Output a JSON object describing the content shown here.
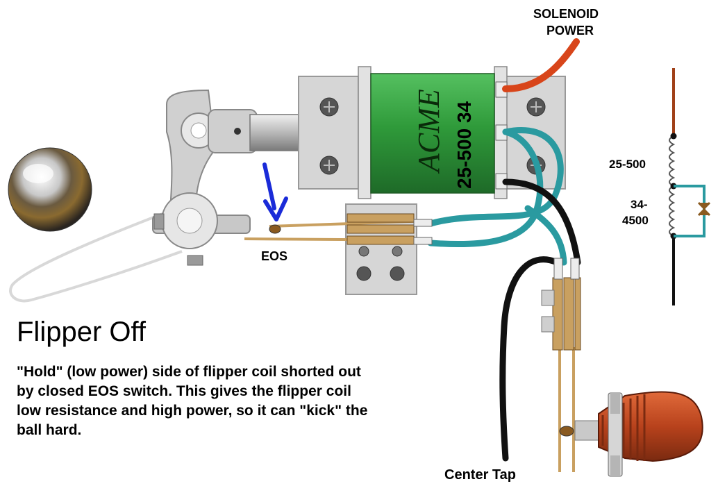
{
  "labels": {
    "solenoid_power_line1": "SOLENOID",
    "solenoid_power_line2": "POWER",
    "coil_brand": "ACME",
    "coil_part": "25-500 34",
    "eos": "EOS",
    "winding_high": "25-500",
    "winding_low_line1": "34-",
    "winding_low_line2": "4500",
    "center_tap": "Center Tap"
  },
  "title": "Flipper Off",
  "caption": "\"Hold\" (low power) side of flipper coil shorted out by closed EOS switch. This gives the flipper coil low resistance and high power, so it can \"kick\" the ball hard.",
  "colors": {
    "coil_green": "#2f9a3a",
    "bracket_gray": "#d6d6d6",
    "wire_red": "#d8451a",
    "wire_teal": "#2a9aa0",
    "wire_black": "#111111",
    "contact_brass": "#c9a060",
    "arrow_blue": "#1a2bd8",
    "button_red": "#b8421c"
  }
}
